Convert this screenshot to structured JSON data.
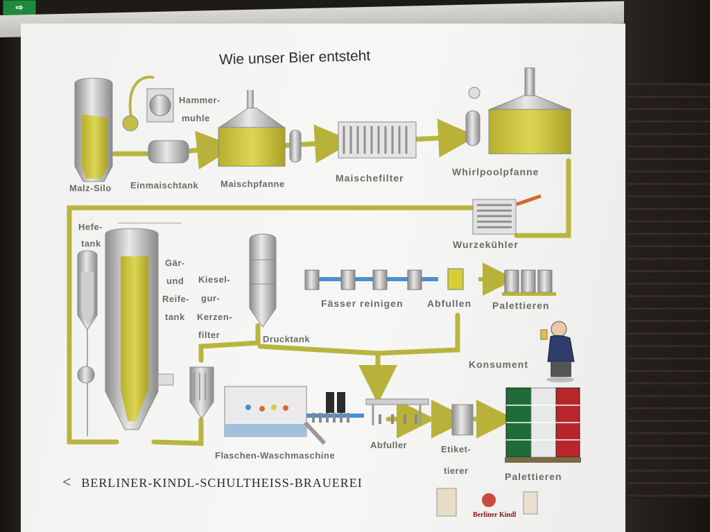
{
  "exit_sign": {
    "label": "⇨"
  },
  "diagram": {
    "title": "Wie unser Bier entsteht",
    "labels": {
      "malz_silo": "Malz-Silo",
      "hammermuhle_1": "Hammer-",
      "hammermuhle_2": "muhle",
      "einmaischtank": "Einmaischtank",
      "maischpfanne": "Maischpfanne",
      "maischefilter": "Maischefilter",
      "whirlpoolpfanne": "Whirlpoolpfanne",
      "wurzekuhler": "Wurzekühler",
      "hefetank_1": "Hefe-",
      "hefetank_2": "tank",
      "gar_1": "Gär-",
      "gar_2": "und",
      "gar_3": "Reife-",
      "gar_4": "tank",
      "kiesel_1": "Kiesel-",
      "kiesel_2": "gur-",
      "kiesel_3": "Kerzen-",
      "kiesel_4": "filter",
      "drucktank": "Drucktank",
      "fasser_reinigen": "Fässer reinigen",
      "abfullen": "Abfullen",
      "palettieren_1": "Palettieren",
      "konsument": "Konsument",
      "flaschen_waschmaschine": "Flaschen-Waschmaschine",
      "abfuller": "Abfuller",
      "etikettierer_1": "Etiket-",
      "etikettierer_2": "tierer",
      "palettieren_2": "Palettieren"
    },
    "footer": {
      "back_symbol": "<",
      "brewery": "BERLINER-KINDL-SCHULTHEISS-BRAUEREI",
      "logo_berliner_kindl": "Berliner Kindl"
    },
    "colors": {
      "pipe": "#b8b23a",
      "liquid": "#d6cf3c",
      "metal": "#a9a9a9",
      "arrow_blue": "#4a8fd0",
      "arrow_orange": "#d46a2a",
      "text": "#6a6a66"
    }
  }
}
